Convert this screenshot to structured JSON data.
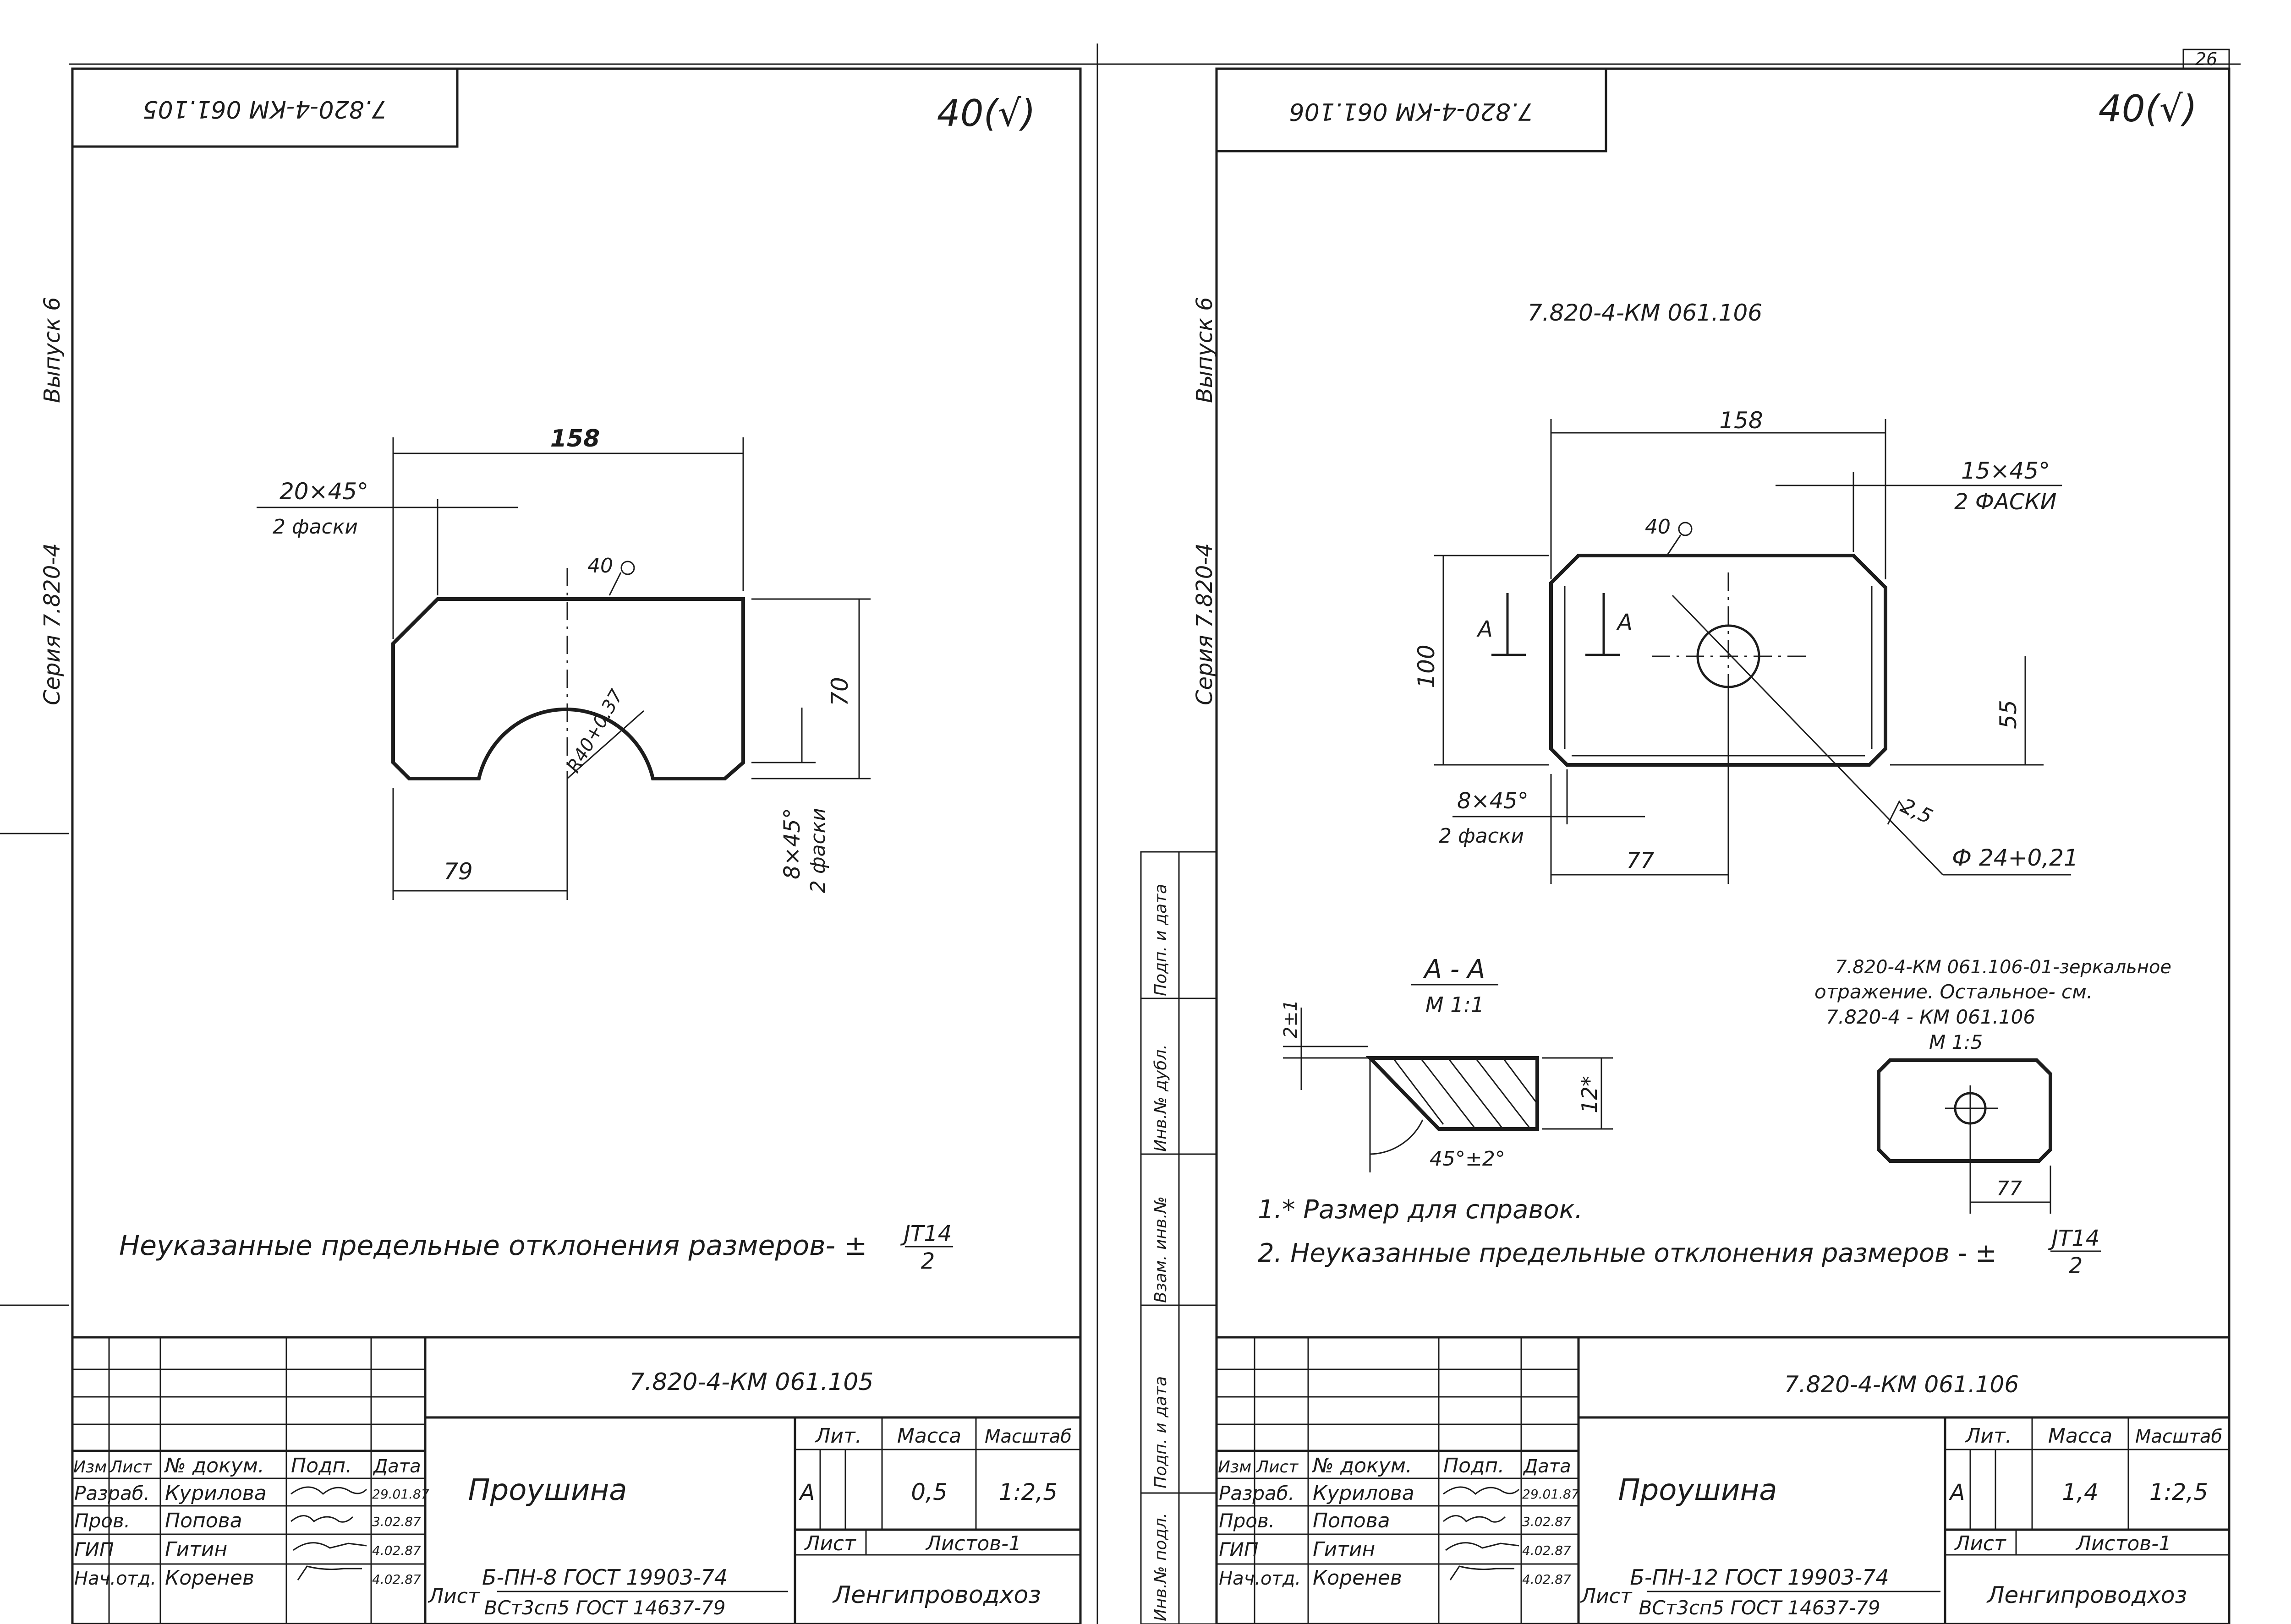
{
  "page_number": "26",
  "side": {
    "issue": "Выпуск 6",
    "series": "Серия 7.820-4",
    "field_inv_orig": "Инв.№ подл.",
    "field_sign_date": "Подп. и дата",
    "field_inv_replace": "Взам. инв.№",
    "field_inv_dub": "Инв.№ дубл.",
    "field_sign_date2": "Подп. и дата"
  },
  "surface_mark": "40(√)",
  "left": {
    "stamp_code": "7.820-4-КМ 061.105",
    "dims": {
      "width": "158",
      "chamfer_top": "20×45°",
      "chamfer_top_note": "2 фаски",
      "roughness": "40",
      "height": "70",
      "radius": "R40+0.37",
      "offset": "79",
      "chamfer_bottom": "8×45°",
      "chamfer_bottom_note": "2 фаски"
    },
    "note": "Неуказанные предельные отклонения размеров- ±",
    "tol_num": "JT14",
    "tol_den": "2",
    "title_block": {
      "code": "7.820-4-КМ 061.105",
      "name": "Проушина",
      "lit": "А",
      "mass": "0,5",
      "scale": "1:2,5",
      "material_label": "Лист",
      "material_top": "Б-ПН-8 ГОСТ 19903-74",
      "material_bottom": "ВСт3сп5 ГОСТ 14637-79",
      "org": "Ленгипроводхоз",
      "sheets": "Листов-1"
    }
  },
  "right": {
    "stamp_code": "7.820-4-КМ 061.106",
    "drawing_code": "7.820-4-КМ 061.106",
    "dims": {
      "width": "158",
      "chamfer_top": "15×45°",
      "chamfer_top_note": "2 ФАСКИ",
      "roughness": "40",
      "height": "100",
      "hole_offset": "55",
      "chamfer_bottom": "8×45°",
      "chamfer_bottom_note": "2 фаски",
      "offset": "77",
      "roughness_hole": "2,5",
      "hole_dia": "Ф 24+0,21",
      "section_marker": "А"
    },
    "section": {
      "title": "А - А",
      "scale": "М 1:1",
      "gap": "2±1",
      "thickness": "12*",
      "angle": "45°±2°"
    },
    "mirror_note_1": "7.820-4-КМ 061.106-01-зеркальное",
    "mirror_note_2": "отражение. Остальное- см.",
    "mirror_note_3": "7.820-4 - КМ 061.106",
    "mirror_scale": "М 1:5",
    "mirror_dim": "77",
    "notes": [
      "1.* Размер для справок.",
      "2. Неуказанные предельные отклонения размеров - ±"
    ],
    "tol_num": "JT14",
    "tol_den": "2",
    "title_block": {
      "code": "7.820-4-КМ 061.106",
      "name": "Проушина",
      "lit": "А",
      "mass": "1,4",
      "scale": "1:2,5",
      "material_label": "Лист",
      "material_top": "Б-ПН-12 ГОСТ 19903-74",
      "material_bottom": "ВСт3сп5 ГОСТ 14637-79",
      "org": "Ленгипроводхоз",
      "sheets": "Листов-1"
    }
  },
  "title_headers": {
    "izm": "Изм",
    "list": "Лист",
    "doc": "№ докум.",
    "sign": "Подп.",
    "date": "Дата",
    "lit": "Лит.",
    "mass": "Масса",
    "scale": "Масштаб",
    "sheet": "Лист"
  },
  "signatures": [
    {
      "role": "Разраб.",
      "name": "Курилова",
      "date": "29.01.87"
    },
    {
      "role": "Пров.",
      "name": "Попова",
      "date": "3.02.87"
    },
    {
      "role": "ГИП",
      "name": "Гитин",
      "date": "4.02.87"
    },
    {
      "role": "Нач.отд.",
      "name": "Коренев",
      "date": "4.02.87"
    }
  ]
}
